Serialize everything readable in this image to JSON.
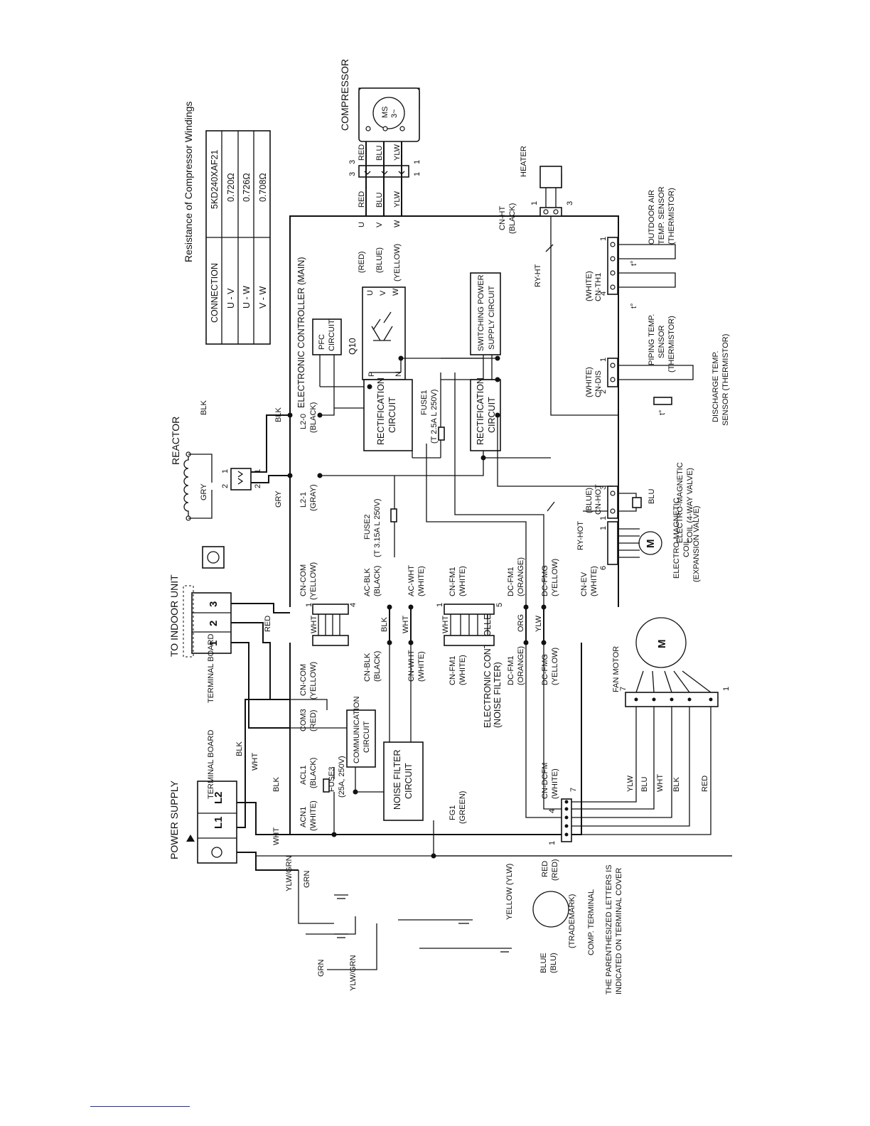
{
  "labels": {
    "power_supply": "POWER SUPPLY",
    "terminal_board": "TERMINAL BOARD",
    "terminal_board_2": "TERMINAL BOARD",
    "to_indoor_unit": "TO INDOOR UNIT",
    "reactor": "REACTOR",
    "compressor": "COMPRESSOR",
    "ms": "MS",
    "ms_phase": "3~",
    "heater": "HEATER",
    "fan_motor": "FAN MOTOR",
    "fan_m": "M",
    "ev_m": "M",
    "ecm": "ELECTRONIC CONTROLLER (MAIN)",
    "ecn_1": "ELECTRONIC CONTROLLER",
    "ecn_2": "(NOISE FILTER)",
    "pfc_1": "PFC",
    "pfc_2": "CIRCUIT",
    "rect1_1": "RECTIFICATION",
    "rect1_2": "CIRCUIT",
    "rect2_1": "RECTIFICATION",
    "rect2_2": "CIRCUIT",
    "sps_1": "SWITCHING POWER",
    "sps_2": "SUPPLY CIRCUIT",
    "comm_1": "COMMUNICATION",
    "comm_2": "CIRCUIT",
    "nf_1": "NOISE FILTER",
    "nf_2": "CIRCUIT",
    "q10": "Q10",
    "q10_p": "P",
    "q10_n": "N",
    "q10_u": "U",
    "q10_v": "V",
    "q10_w": "W",
    "fuse1_1": "FUSE1",
    "fuse1_2": "(T 2.5A  L 250V)",
    "fuse2_1": "FUSE2",
    "fuse2_2": "(T 3.15A  L 250V)",
    "fuse3_1": "FUSE3",
    "fuse3_2": "(25A, 250V)",
    "l20_1": "L2-0",
    "l20_2": "(BLACK)",
    "l21_1": "L2-1",
    "l21_2": "(GRAY)",
    "acblk_1": "AC-BLK",
    "acblk_2": "(BLACK)",
    "acwht_1": "AC-WHT",
    "acwht_2": "(WHITE)",
    "cncom_1": "CN-COM",
    "cncom_2": "(YELLOW)",
    "cnfm1_1": "CN-FM1",
    "cnfm1_2": "(WHITE)",
    "dcfm1_1": "DC-FM1",
    "dcfm1_2": "(ORANGE)",
    "dcfmg_1": "DC-FMG",
    "dcfmg_2": "(YELLOW)",
    "cnev_1": "CN-EV",
    "cnev_2": "(WHITE)",
    "cnblk_1": "CN-BLK",
    "cnblk_2": "(BLACK)",
    "cnwht_1": "CN-WHT",
    "cnwht_2": "(WHITE)",
    "cncom_b_1": "CN-COM",
    "cncom_b_2": "(YELLOW)",
    "cnfm1_b_1": "CN-FM1",
    "cnfm1_b_2": "(WHITE)",
    "dcfm1_b_1": "DC-FM1",
    "dcfm1_b_2": "(ORANGE)",
    "dcfmg_b_1": "DC-FMG",
    "dcfmg_b_2": "(YELLOW)",
    "com3_1": "COM3",
    "com3_2": "(RED)",
    "acl1_1": "ACL1",
    "acl1_2": "(BLACK)",
    "acn1_1": "ACN1",
    "acn1_2": "(WHITE)",
    "fg1_1": "FG1",
    "fg1_2": "(GREEN)",
    "cndcfm_1": "CN-DCFM",
    "cndcfm_2": "(WHITE)",
    "cnht_1": "CN-HT",
    "cnht_2": "(BLACK)",
    "cnth1_1": "CN-TH1",
    "cnth1_2": "(WHITE)",
    "cndis_1": "CN-DIS",
    "cndis_2": "(WHITE)",
    "cnhot_1": "CN-HOT",
    "cnhot_2": "(BLUE)",
    "ryht": "RY-HT",
    "ryhot": "RY-HOT",
    "oat_1": "OUTDOOR AIR",
    "oat_2": "TEMP. SENSOR",
    "oat_3": "(THERMISTOR)",
    "pip_1": "PIPING TEMP.",
    "pip_2": "SENSOR",
    "pip_3": "(THERMISTOR)",
    "dis_1": "DISCHARGE TEMP.",
    "dis_2": "SENSOR (THERMISTOR)",
    "emc4_1": "ELECTRO-MAGNETIC",
    "emc4_2": "COIL (4-WAY VALVE)",
    "emcx_1": "ELECTRO-MAGNETIC",
    "emcx_2": "COIL",
    "emcx_3": "(EXPANSION VALVE)",
    "tdeg": "t°",
    "L1": "L1",
    "L2": "L2",
    "tb1": "1",
    "tb2": "2",
    "tb3": "3",
    "comp_terminal": "COMP. TERMINAL",
    "trademark": "(TRADEMARK)",
    "paren_1": "THE PARENTHESIZED LETTERS IS",
    "paren_2": "INDICATED ON TERMINAL COVER",
    "yellow_ylw": "YELLOW (YLW)",
    "red": "RED",
    "red_p": "(RED)",
    "blue": "BLUE",
    "blue_p": "(BLU)"
  },
  "wires": {
    "red": "RED",
    "blu": "BLU",
    "ylw": "YLW",
    "blk": "BLK",
    "wht": "WHT",
    "gry": "GRY",
    "grn": "GRN",
    "ylwgrn": "YLW/GRN",
    "org": "ORG",
    "red_p": "(RED)",
    "blue_p": "(BLUE)",
    "yellow_p": "(YELLOW)",
    "u": "U",
    "v": "V",
    "w": "W"
  },
  "pins": {
    "p1": "1",
    "p2": "2",
    "p3": "3",
    "p4": "4",
    "p5": "5",
    "p6": "6",
    "p7": "7"
  },
  "resistance_table": {
    "title": "Resistance of Compressor Windings",
    "headers": [
      "CONNECTION",
      "5KD240XAF21"
    ],
    "rows": [
      [
        "U - V",
        "0.720Ω"
      ],
      [
        "U - W",
        "0.726Ω"
      ],
      [
        "V - W",
        "0.708Ω"
      ]
    ]
  }
}
